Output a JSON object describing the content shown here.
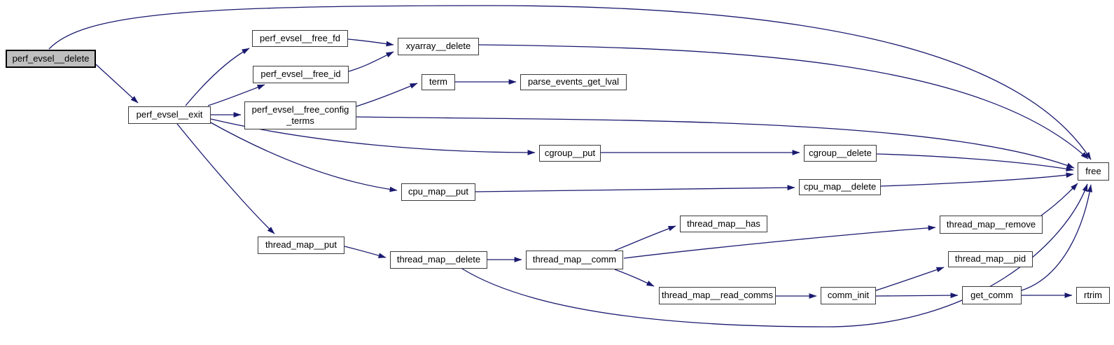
{
  "diagram": {
    "type": "call-graph",
    "style": {
      "edge_color": "#1a1a70",
      "node_fill": "#ffffff",
      "node_border": "#3a3a3a",
      "root_fill": "#bfbfbf",
      "root_border": "#000000",
      "text_color": "#000000"
    },
    "nodes": {
      "perf_evsel__delete": {
        "label": "perf_evsel__delete",
        "highlighted": true
      },
      "perf_evsel__exit": {
        "label": "perf_evsel__exit",
        "highlighted": false
      },
      "perf_evsel__free_fd": {
        "label": "perf_evsel__free_fd",
        "highlighted": false
      },
      "perf_evsel__free_id": {
        "label": "perf_evsel__free_id",
        "highlighted": false
      },
      "xyarray__delete": {
        "label": "xyarray__delete",
        "highlighted": false
      },
      "term": {
        "label": "term",
        "highlighted": false
      },
      "parse_events_get_lval": {
        "label": "parse_events_get_lval",
        "highlighted": false
      },
      "perf_evsel__free_config_terms": {
        "label": "perf_evsel__free_config\n_terms",
        "highlighted": false
      },
      "cgroup__put": {
        "label": "cgroup__put",
        "highlighted": false
      },
      "cgroup__delete": {
        "label": "cgroup__delete",
        "highlighted": false
      },
      "cpu_map__put": {
        "label": "cpu_map__put",
        "highlighted": false
      },
      "cpu_map__delete": {
        "label": "cpu_map__delete",
        "highlighted": false
      },
      "thread_map__put": {
        "label": "thread_map__put",
        "highlighted": false
      },
      "thread_map__delete": {
        "label": "thread_map__delete",
        "highlighted": false
      },
      "thread_map__comm": {
        "label": "thread_map__comm",
        "highlighted": false
      },
      "thread_map__has": {
        "label": "thread_map__has",
        "highlighted": false
      },
      "thread_map__read_comms": {
        "label": "thread_map__read_comms",
        "highlighted": false
      },
      "comm_init": {
        "label": "comm_init",
        "highlighted": false
      },
      "get_comm": {
        "label": "get_comm",
        "highlighted": false
      },
      "thread_map__remove": {
        "label": "thread_map__remove",
        "highlighted": false
      },
      "thread_map__pid": {
        "label": "thread_map__pid",
        "highlighted": false
      },
      "free": {
        "label": "free",
        "highlighted": false
      },
      "rtrim": {
        "label": "rtrim",
        "highlighted": false
      }
    },
    "edges": [
      {
        "from": "perf_evsel__delete",
        "to": "perf_evsel__exit"
      },
      {
        "from": "perf_evsel__delete",
        "to": "free"
      },
      {
        "from": "perf_evsel__exit",
        "to": "perf_evsel__free_fd"
      },
      {
        "from": "perf_evsel__exit",
        "to": "perf_evsel__free_id"
      },
      {
        "from": "perf_evsel__exit",
        "to": "perf_evsel__free_config_terms"
      },
      {
        "from": "perf_evsel__exit",
        "to": "cgroup__put"
      },
      {
        "from": "perf_evsel__exit",
        "to": "cpu_map__put"
      },
      {
        "from": "perf_evsel__exit",
        "to": "thread_map__put"
      },
      {
        "from": "perf_evsel__free_fd",
        "to": "xyarray__delete"
      },
      {
        "from": "perf_evsel__free_id",
        "to": "xyarray__delete"
      },
      {
        "from": "xyarray__delete",
        "to": "free"
      },
      {
        "from": "perf_evsel__free_config_terms",
        "to": "term"
      },
      {
        "from": "perf_evsel__free_config_terms",
        "to": "free"
      },
      {
        "from": "term",
        "to": "parse_events_get_lval"
      },
      {
        "from": "cgroup__put",
        "to": "cgroup__delete"
      },
      {
        "from": "cgroup__delete",
        "to": "free"
      },
      {
        "from": "cpu_map__put",
        "to": "cpu_map__delete"
      },
      {
        "from": "cpu_map__delete",
        "to": "free"
      },
      {
        "from": "thread_map__put",
        "to": "thread_map__delete"
      },
      {
        "from": "thread_map__delete",
        "to": "thread_map__comm"
      },
      {
        "from": "thread_map__delete",
        "to": "free"
      },
      {
        "from": "thread_map__comm",
        "to": "thread_map__has"
      },
      {
        "from": "thread_map__comm",
        "to": "thread_map__remove"
      },
      {
        "from": "thread_map__comm",
        "to": "thread_map__read_comms"
      },
      {
        "from": "thread_map__read_comms",
        "to": "comm_init"
      },
      {
        "from": "comm_init",
        "to": "thread_map__pid"
      },
      {
        "from": "comm_init",
        "to": "get_comm"
      },
      {
        "from": "get_comm",
        "to": "rtrim"
      },
      {
        "from": "get_comm",
        "to": "free"
      },
      {
        "from": "thread_map__remove",
        "to": "free"
      }
    ]
  }
}
